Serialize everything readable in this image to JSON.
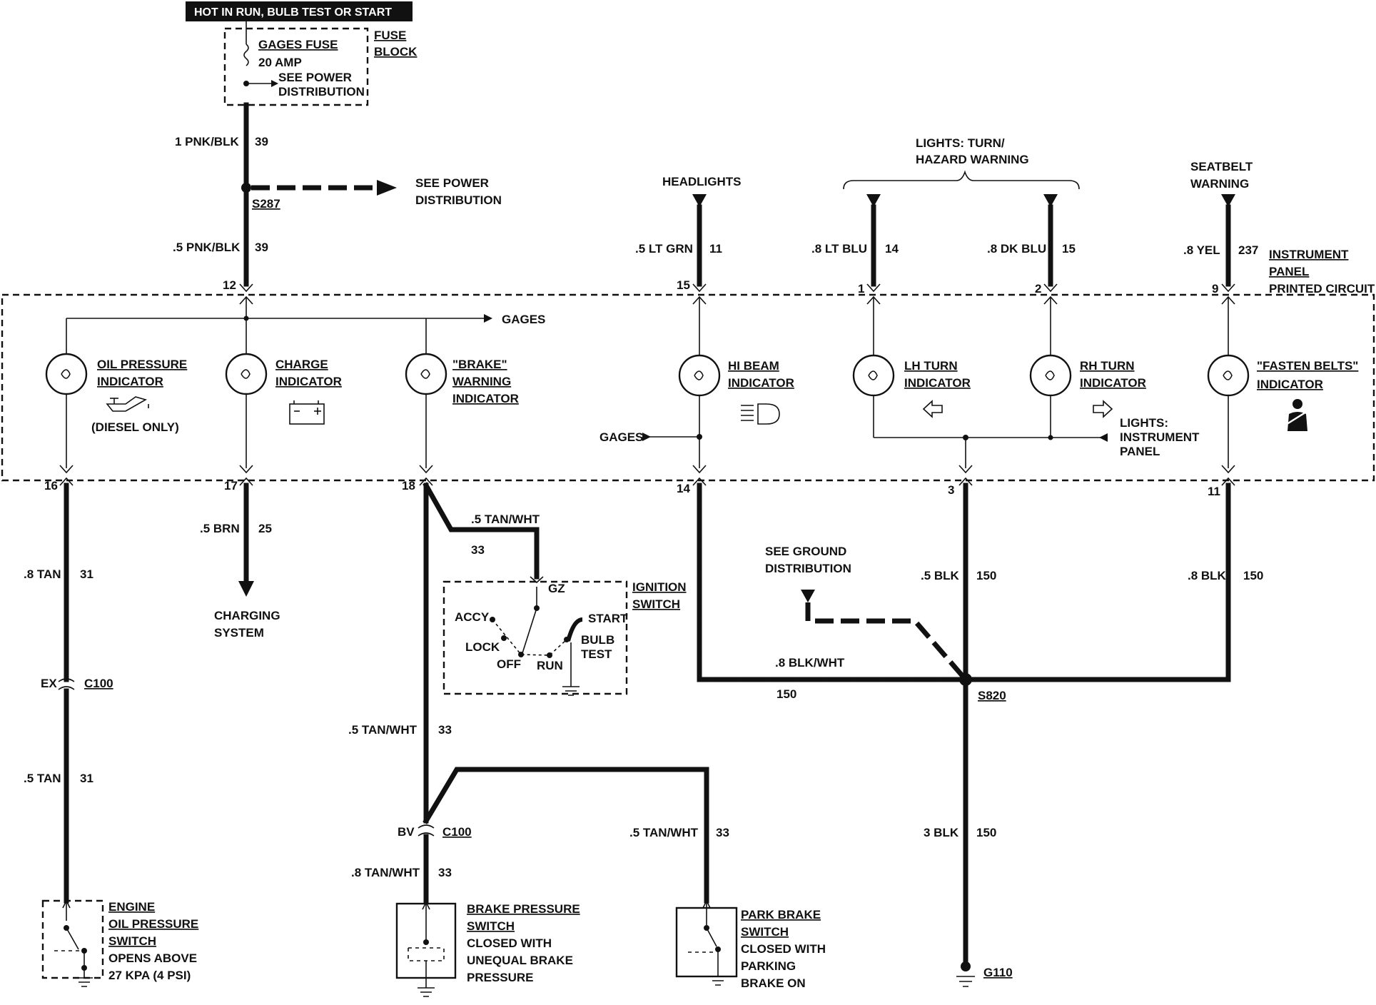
{
  "header": {
    "banner": "HOT IN RUN, BULB TEST OR START"
  },
  "fuse": {
    "name": "GAGES FUSE",
    "rating": "20 AMP",
    "see1": "SEE POWER",
    "see2": "DISTRIBUTION",
    "block1": "FUSE",
    "block2": "BLOCK"
  },
  "wires_top": {
    "w39a": "1 PNK/BLK",
    "c39a": "39",
    "s287": "S287",
    "pd1": "SEE POWER",
    "pd2": "DISTRIBUTION",
    "w39b": ".5 PNK/BLK",
    "c39b": "39"
  },
  "sources": {
    "headlights": "HEADLIGHTS",
    "turn1": "LIGHTS: TURN/",
    "turn2": "HAZARD WARNING",
    "seat1": "SEATBELT",
    "seat2": "WARNING"
  },
  "top_wires": {
    "hl_w": ".5 LT GRN",
    "hl_c": "11",
    "lt_w": ".8 LT BLU",
    "lt_c": "14",
    "dk_w": ".8 DK BLU",
    "dk_c": "15",
    "yel_w": ".8 YEL",
    "yel_c": "237"
  },
  "panel": {
    "title1": "INSTRUMENT",
    "title2": "PANEL",
    "title3": "PRINTED CIRCUIT",
    "gages": "GAGES",
    "gages2": "GAGES",
    "lights1": "LIGHTS:",
    "lights2": "INSTRUMENT",
    "lights3": "PANEL"
  },
  "pins": {
    "p12": "12",
    "p15": "15",
    "p1": "1",
    "p2": "2",
    "p9": "9",
    "p16": "16",
    "p17": "17",
    "p18": "18",
    "p14": "14",
    "p3": "3",
    "p11": "11"
  },
  "indicators": {
    "oil1": "OIL PRESSURE",
    "oil2": "INDICATOR",
    "oil3": "(DIESEL ONLY)",
    "chg1": "CHARGE",
    "chg2": "INDICATOR",
    "brk1": "\"BRAKE\"",
    "brk2": "WARNING",
    "brk3": "INDICATOR",
    "hib1": "HI BEAM",
    "hib2": "INDICATOR",
    "lh1": "LH TURN",
    "lh2": "INDICATOR",
    "rh1": "RH TURN",
    "rh2": "INDICATOR",
    "fb1": "\"FASTEN BELTS\"",
    "fb2": "INDICATOR"
  },
  "lower": {
    "brn_w": ".5 BRN",
    "brn_c": "25",
    "chg1": "CHARGING",
    "chg2": "SYSTEM",
    "tan8_w": ".8 TAN",
    "tan8_c": "31",
    "ex": "EX",
    "c100a": "C100",
    "tan5_w": ".5 TAN",
    "tan5_c": "31",
    "eng1": "ENGINE",
    "eng2": "OIL PRESSURE",
    "eng3": "SWITCH",
    "eng4": "OPENS ABOVE",
    "eng5": "27 KPA (4 PSI)",
    "tw1_w": ".5 TAN/WHT",
    "tw1_c": "33",
    "ign1": "IGNITION",
    "ign2": "SWITCH",
    "gz": "GZ",
    "accy": "ACCY",
    "lock": "LOCK",
    "off": "OFF",
    "run": "RUN",
    "start": "START",
    "bulb1": "BULB",
    "bulb2": "TEST",
    "tw2_w": ".5 TAN/WHT",
    "tw2_c": "33",
    "bv": "BV",
    "c100b": "C100",
    "tw3_w": ".8 TAN/WHT",
    "tw3_c": "33",
    "tw4_w": ".5 TAN/WHT",
    "tw4_c": "33",
    "bp1": "BRAKE PRESSURE",
    "bp2": "SWITCH",
    "bp3": "CLOSED WITH",
    "bp4": "UNEQUAL BRAKE",
    "bp5": "PRESSURE",
    "pb1": "PARK BRAKE",
    "pb2": "SWITCH",
    "pb3": "CLOSED WITH",
    "pb4": "PARKING",
    "pb5": "BRAKE ON",
    "gd1": "SEE GROUND",
    "gd2": "DISTRIBUTION",
    "bw_w": ".8 BLK/WHT",
    "bw_c": "150",
    "blk5_w": ".5 BLK",
    "blk5_c": "150",
    "blk8_w": ".8 BLK",
    "blk8_c": "150",
    "s820": "S820",
    "blk3_w": "3 BLK",
    "blk3_c": "150",
    "g110": "G110"
  }
}
